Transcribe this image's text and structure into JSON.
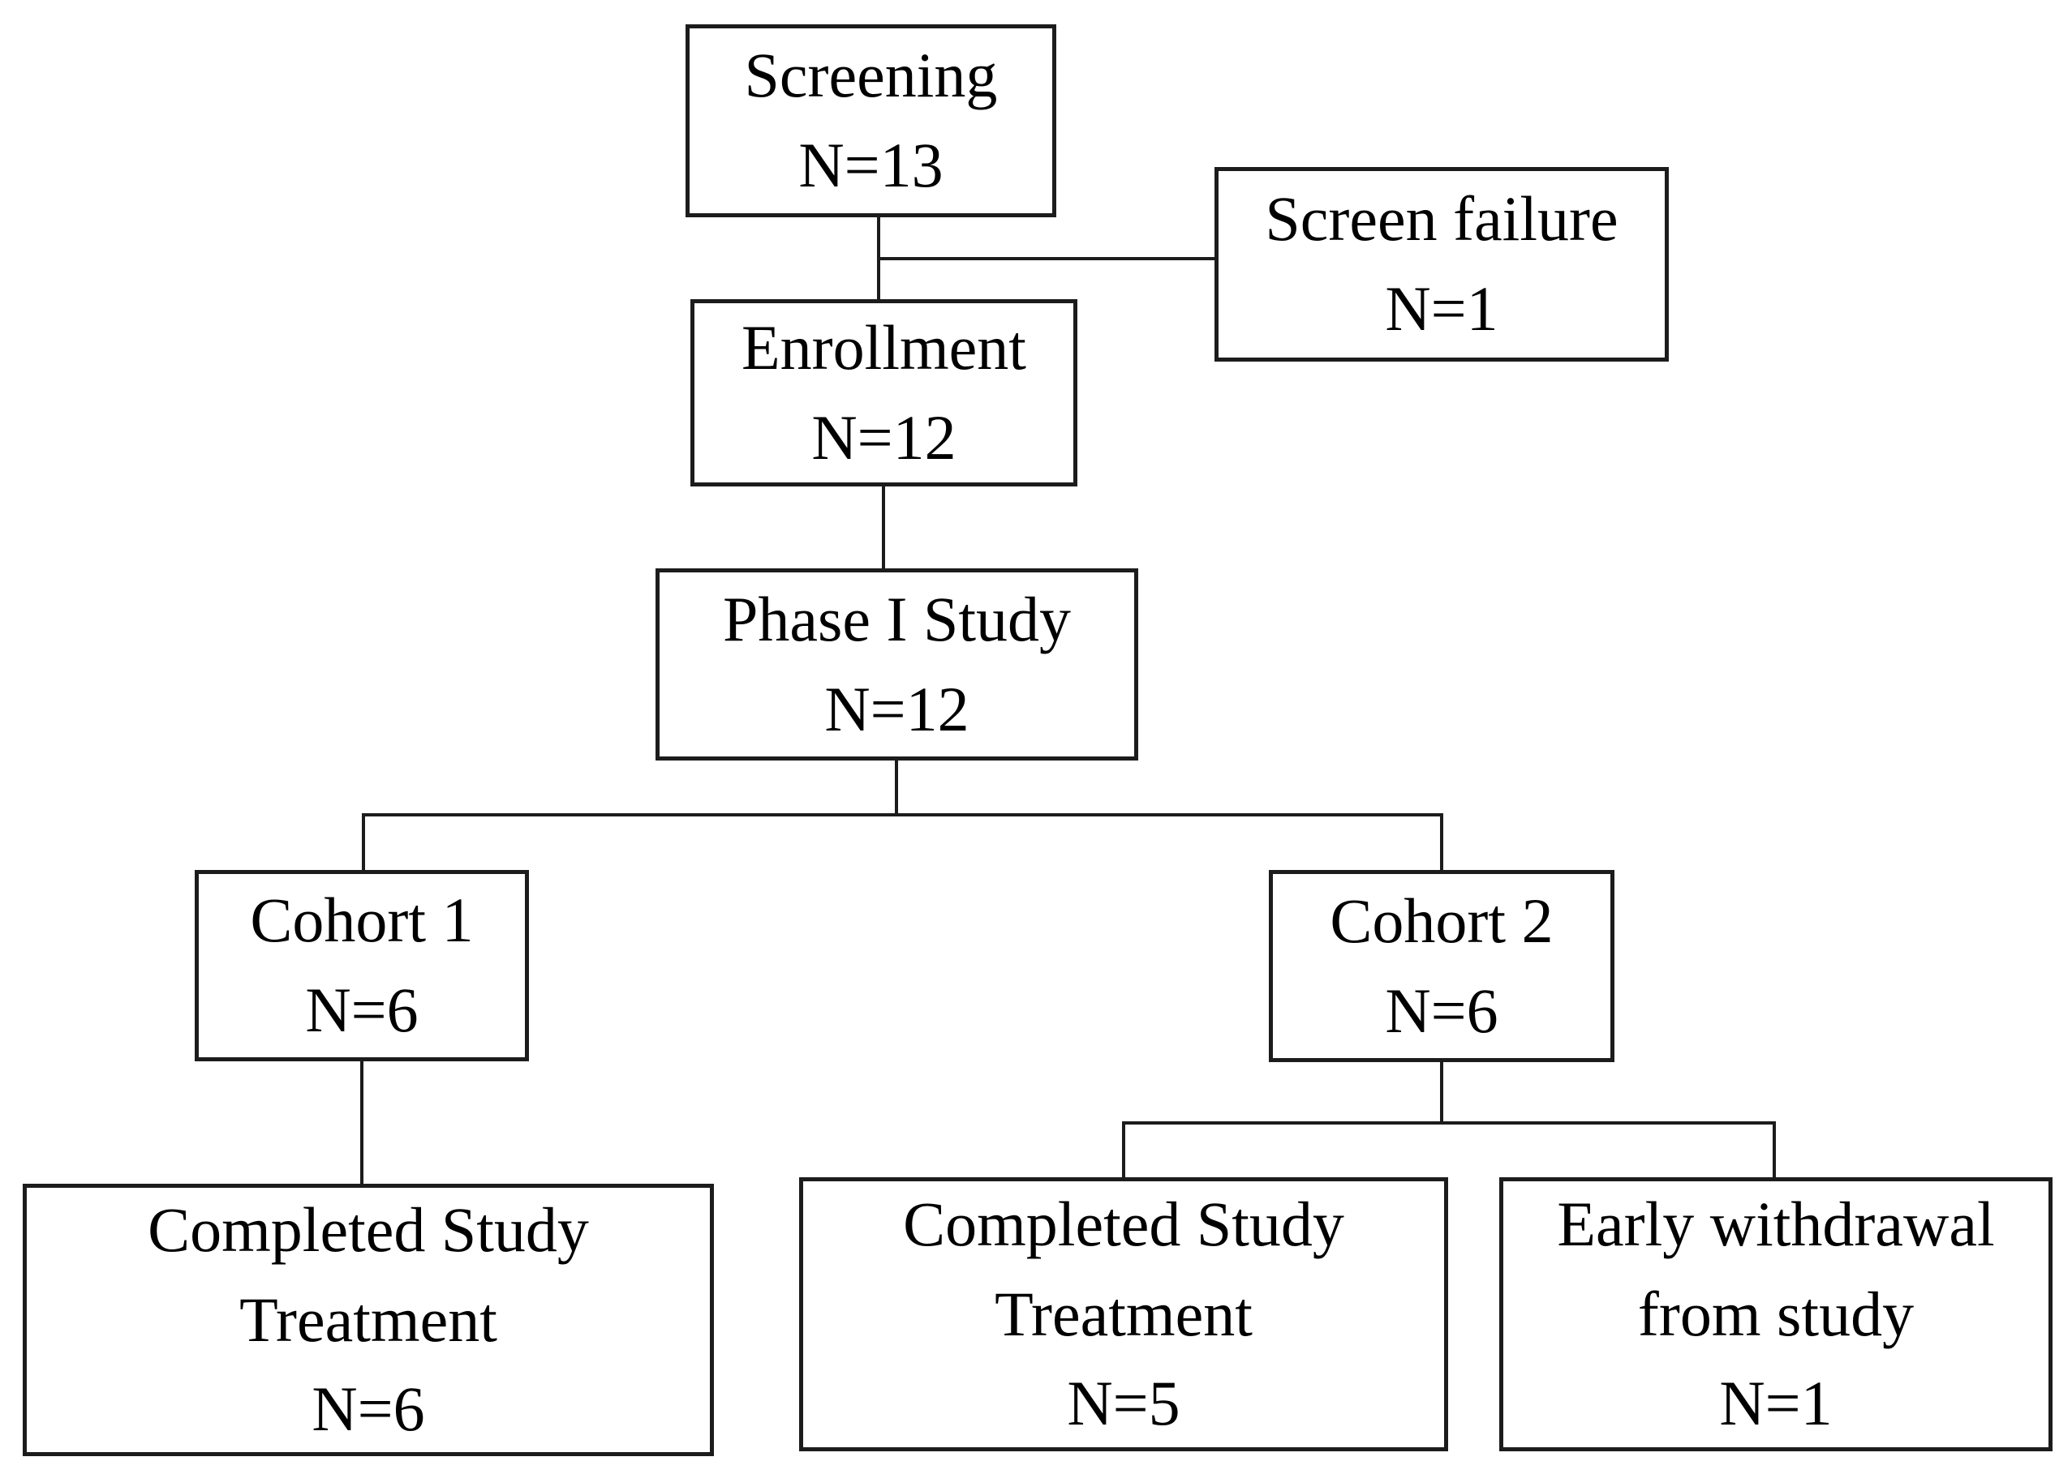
{
  "figure": {
    "type": "clinical-study-flow-diagram",
    "background_color": "#ffffff",
    "line_color": "#1c1c1c",
    "text_color": "#000000"
  },
  "boxes": {
    "screening": {
      "label": "Screening",
      "n": "N=13"
    },
    "screen_failure": {
      "label": "Screen failure",
      "n": "N=1"
    },
    "enrollment": {
      "label": "Enrollment",
      "n": "N=12"
    },
    "phase1": {
      "label": "Phase I Study",
      "n": "N=12"
    },
    "cohort1": {
      "label": "Cohort 1",
      "n": "N=6"
    },
    "cohort2": {
      "label": "Cohort 2",
      "n": "N=6"
    },
    "cohort1_completed": {
      "label": "Completed Study Treatment",
      "n": "N=6"
    },
    "cohort2_completed": {
      "label": "Completed Study Treatment",
      "n": "N=5"
    },
    "cohort2_withdrawal": {
      "label": "Early withdrawal from study",
      "n": "N=1"
    }
  }
}
